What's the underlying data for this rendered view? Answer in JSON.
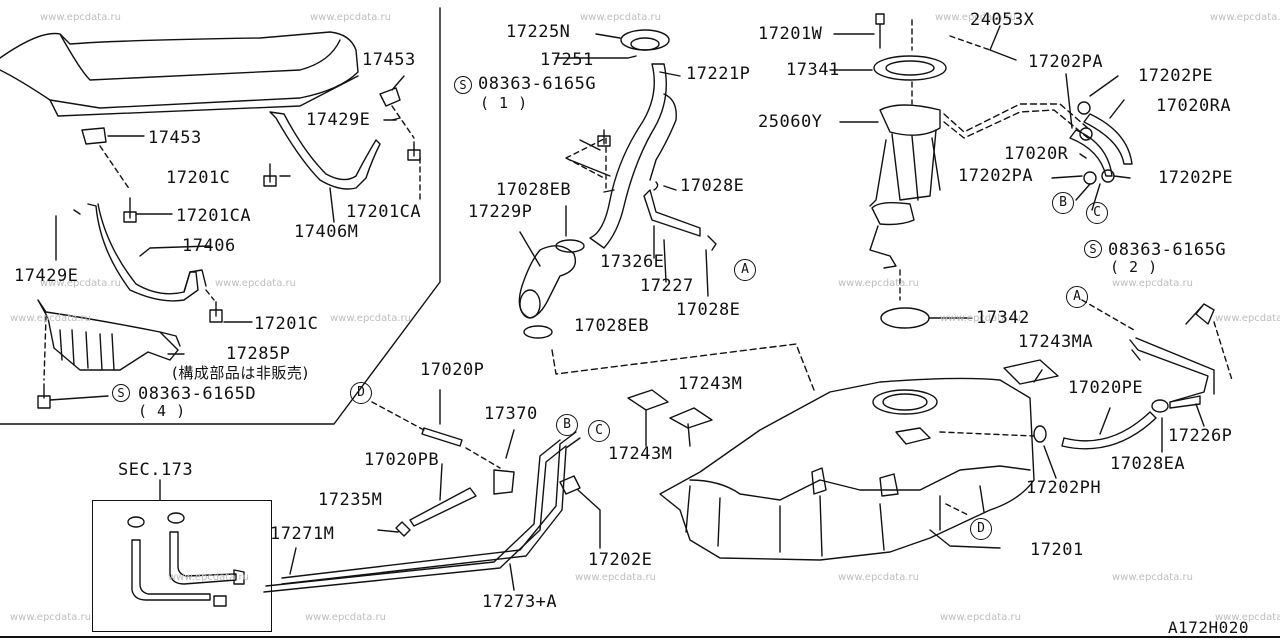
{
  "figure": {
    "code": "A172H020",
    "watermark": "www.epcdata.ru"
  },
  "labels": {
    "p17225N": "17225N",
    "p17251": "17251",
    "p17221P": "17221P",
    "p08363_6165G_1": "08363-6165G",
    "qty_1": "( 1 )",
    "p17028EB_top": "17028EB",
    "p17028E_top": "17028E",
    "p17229P": "17229P",
    "p17326E": "17326E",
    "p17227": "17227",
    "p17028E_mid": "17028E",
    "p17028EB_bot": "17028EB",
    "p17453_a": "17453",
    "p17453_b": "17453",
    "p17429E_a": "17429E",
    "p17201C_a": "17201C",
    "p17201CA_a": "17201CA",
    "p17201CA_b": "17201CA",
    "p17406M": "17406M",
    "p17406": "17406",
    "p17429E_b": "17429E",
    "p17201C_b": "17201C",
    "p17285P": "17285P",
    "note_jp": "(構成部品は非販売)",
    "p08363_6165D": "08363-6165D",
    "qty_4": "( 4 )",
    "p17201W": "17201W",
    "p24053X": "24053X",
    "p17341": "17341",
    "p17202PA_a": "17202PA",
    "p17202PE_a": "17202PE",
    "p25060Y": "25060Y",
    "p17020RA": "17020RA",
    "p17020R": "17020R",
    "p17202PA_b": "17202PA",
    "p17202PE_b": "17202PE",
    "p08363_6165G_2": "08363-6165G",
    "qty_2": "( 2 )",
    "p17342": "17342",
    "p17243MA": "17243MA",
    "p17243M_a": "17243M",
    "p17243M_b": "17243M",
    "p17020PE": "17020PE",
    "p17226P": "17226P",
    "p17028EA": "17028EA",
    "p17202PH": "17202PH",
    "p17201": "17201",
    "p17020P": "17020P",
    "p17370": "17370",
    "p17020PB": "17020PB",
    "p17235M": "17235M",
    "p17271M": "17271M",
    "p17273A": "17273+A",
    "p17202E": "17202E",
    "sec173": "SEC.173"
  },
  "markers": {
    "A": "A",
    "B": "B",
    "C": "C",
    "D": "D",
    "S": "S"
  }
}
